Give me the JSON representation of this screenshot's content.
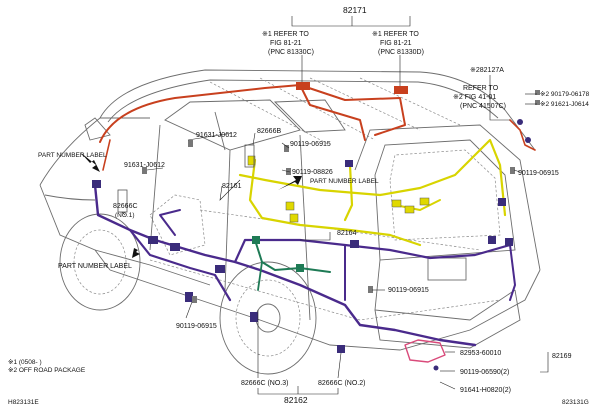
{
  "labels": {
    "p82171": "82171",
    "refer1_a": "※1 REFER TO",
    "refer1_b": "FIG 81-21",
    "refer1_c": "(PNC 81330C)",
    "refer2_a": "※1 REFER TO",
    "refer2_b": "FIG 81-21",
    "refer2_c": "(PNC 81330D)",
    "p82127A": "※282127A",
    "refer3_a": "REFER TO",
    "refer3_b": "※2 FIG 41-01",
    "refer3_c": "(PNC 41507C)",
    "p90179": "※2 90179-06178",
    "p91621": "※2 91621-J0614",
    "part_number_label_1": "PART NUMBER LABEL",
    "part_number_label_2": "PART NUMBER LABEL",
    "part_number_label_3": "PART NUMBER LABEL",
    "p91631a": "91631-J0612",
    "p91631b": "91631-J0612",
    "p82666B": "82666B",
    "p90119_06915_a": "90119-06915",
    "p90119_08826": "90119-08826",
    "p90119_06915_b": "90119-06915",
    "p82161": "82161",
    "p82666C_no1_a": "82666C",
    "p82666C_no1_b": "(NO.1)",
    "p82164": "82164",
    "p90119_06915_c": "90119-06915",
    "p90119_06915_d": "90119-06915",
    "p82953": "82953-60010",
    "p82169": "82169",
    "p90119_06590": "90119-06590(2)",
    "p91641": "91641-H0820(2)",
    "p82666C_no3": "82666C (NO.3)",
    "p82666C_no2": "82666C (NO.2)",
    "p82162": "82162",
    "note1": "※1 (0508-     )",
    "note2": "※2 OFF ROAD PACKAGE",
    "code_left": "H823131E",
    "code_right": "823131G"
  },
  "colors": {
    "roof_harness": "#c8401e",
    "rear_harness": "#d8d400",
    "floor_harness": "#4a2a8c",
    "center_harness": "#1e7a55",
    "tailgate_bracket": "#d94a7a",
    "connector": "#3a2c7a"
  },
  "icons": {
    "arrow": "black-arrow-icon",
    "clip": "clip-icon"
  }
}
